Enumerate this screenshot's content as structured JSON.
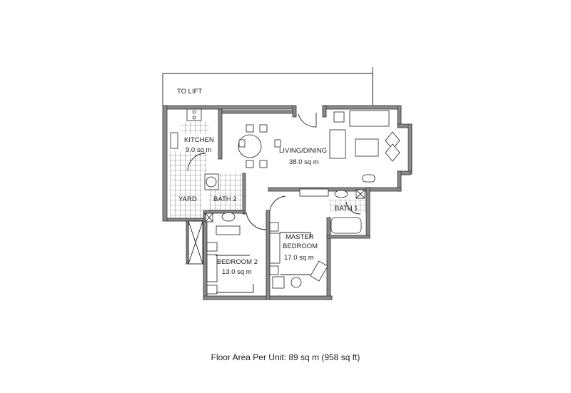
{
  "plan": {
    "to_lift": "TO LIFT",
    "rooms": [
      {
        "name": "KITCHEN",
        "area": "9.0 sq m"
      },
      {
        "name": "LIVING/DINING",
        "area": "38.0 sq m"
      },
      {
        "name": "YARD"
      },
      {
        "name": "BATH 2"
      },
      {
        "name": "BATH 1"
      },
      {
        "name": "MASTER BEDROOM",
        "line1": "MASTER",
        "line2": "BEDROOM",
        "area": "17.0 sq m"
      },
      {
        "name": "BEDROOM 2",
        "area": "13.0 sq m"
      }
    ]
  },
  "caption": "Floor Area Per Unit: 89 sq m (958 sq ft)"
}
